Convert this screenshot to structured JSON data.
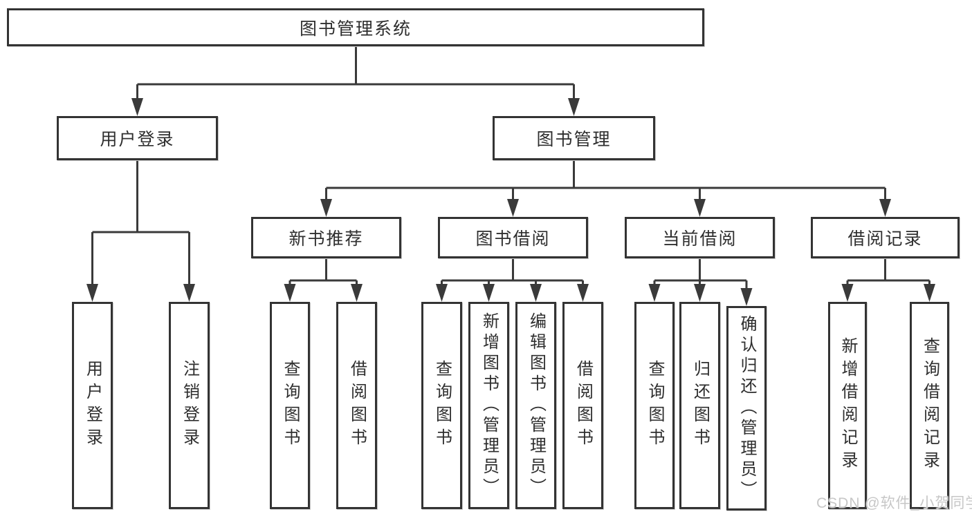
{
  "colors": {
    "line": "#3a3a3a",
    "box_border": "#333333",
    "box_fill": "#ffffff",
    "text": "#2e2e2e",
    "watermark": "#c7c7c7"
  },
  "tree": {
    "root": {
      "label": "图书管理系统"
    },
    "branches": [
      {
        "label": "用户登录",
        "children": [
          {
            "label": "用户登录"
          },
          {
            "label": "注销登录"
          }
        ]
      },
      {
        "label": "图书管理",
        "sections": [
          {
            "label": "新书推荐",
            "children": [
              {
                "label": "查询图书"
              },
              {
                "label": "借阅图书"
              }
            ]
          },
          {
            "label": "图书借阅",
            "children": [
              {
                "label": "查询图书"
              },
              {
                "label": "新增图书（管理员）"
              },
              {
                "label": "编辑图书（管理员）"
              },
              {
                "label": "借阅图书"
              }
            ]
          },
          {
            "label": "当前借阅",
            "children": [
              {
                "label": "查询图书"
              },
              {
                "label": "归还图书"
              },
              {
                "label": "确认归还（管理员）"
              }
            ]
          },
          {
            "label": "借阅记录",
            "children": [
              {
                "label": "新增借阅记录"
              },
              {
                "label": "查询借阅记录"
              }
            ]
          }
        ]
      }
    ]
  },
  "watermark": {
    "text": "CSDN @软件_小贺同学"
  }
}
